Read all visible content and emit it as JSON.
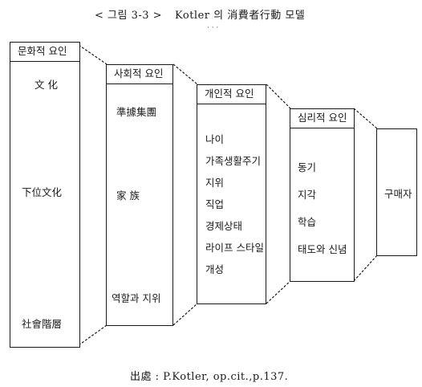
{
  "title": {
    "figure_label": "< 그림 3-3 >",
    "text": "Kotler 의   消費者行動   모델"
  },
  "boxes": {
    "culture": {
      "header": "문화적 요인",
      "items": [
        "文  化",
        "下位文化",
        "社會階層"
      ]
    },
    "social": {
      "header": "사회적 요인",
      "items": [
        "準據集團",
        "家        族",
        "역할과  지위"
      ]
    },
    "personal": {
      "header": "개인적 요인",
      "items": [
        "나이",
        "가족생활주기",
        "지위",
        "직업",
        "경제상태",
        "라이프 스타일",
        "개성"
      ]
    },
    "psych": {
      "header": "심리적 요인",
      "items": [
        "동기",
        "지각",
        "학습",
        "태도와  신념"
      ]
    },
    "buyer": {
      "label": "구매자"
    }
  },
  "source": "出處 : P.Kotler,  op.cit.,p.137."
}
